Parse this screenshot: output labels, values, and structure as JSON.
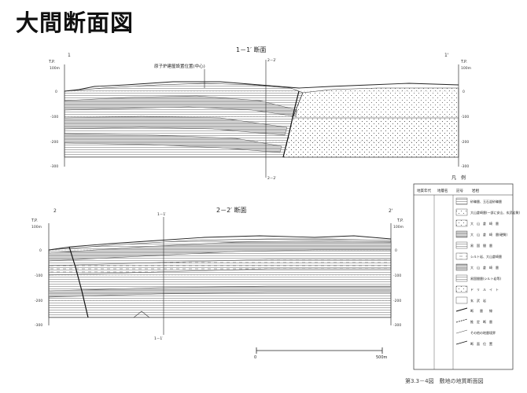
{
  "slide": {
    "title": "大間断面図"
  },
  "section1": {
    "title": "1－1′ 断面",
    "left_mark": "T.P.",
    "right_mark": "T.P.",
    "left_end": "1",
    "right_end": "1'",
    "annotation": "原子炉建屋設置位置(中心)",
    "cross_ref": "2－2′",
    "cross_ref_bottom": "2－2′",
    "left_ticks": [
      "100m",
      "0",
      "-100",
      "-200",
      "-300"
    ],
    "right_ticks": [
      "100m",
      "0",
      "-100",
      "-200",
      "-300"
    ]
  },
  "section2": {
    "title": "2－2′ 断面",
    "left_mark": "T.P.",
    "right_mark": "T.P.",
    "left_end": "2",
    "right_end": "2'",
    "cross_ref": "1－1′",
    "cross_ref_bottom": "1－1′",
    "left_ticks": [
      "100m",
      "0",
      "-100",
      "-200",
      "-300"
    ],
    "right_ticks": [
      "100m",
      "0",
      "-100",
      "-200",
      "-300"
    ],
    "scale_left": "0",
    "scale_right": "500m"
  },
  "legend": {
    "title": "凡　例",
    "head_age": "地質年代",
    "head_unit": "地層名",
    "head_symbol": "記号",
    "head_lith": "岩相",
    "entries": [
      "砂礫層、玉石混砂礫層",
      "大山倉崎層(一部に安山、玄武岩質)",
      "大　山　倉　崎　層",
      "大　山　倉　崎　層(硬質)",
      "易　国　間　層",
      "シルト岩、大山倉崎層",
      "大　山　倉　崎　層",
      "易国間層(シルト岩等)",
      "ド　リ　ル　イ　ト",
      "玄　武　岩",
      "断　　層　　線",
      "推　定　断　層",
      "その他の地層境界",
      "断　面　位　置"
    ]
  },
  "caption": "第3.3－4図　敷地の地質断面図"
}
